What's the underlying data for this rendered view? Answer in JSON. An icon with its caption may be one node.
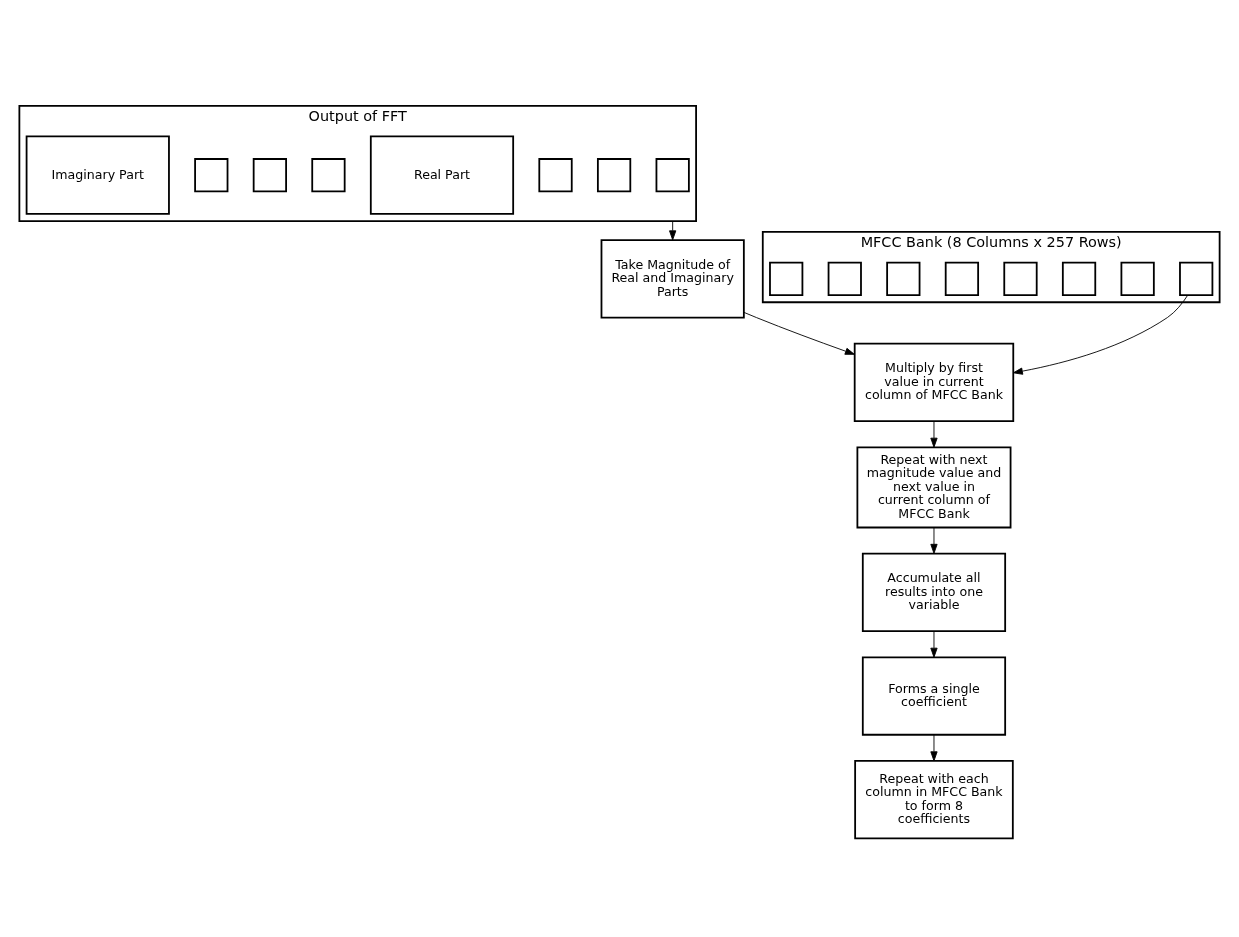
{
  "diagram": {
    "nodes": [
      {
        "text": [
          "Output of FFT"
        ]
      },
      {
        "text": [],
        "shape": "box",
        "in": 0
      },
      {
        "text": [],
        "shape": "box",
        "in": 0
      },
      {
        "text": [],
        "shape": "box",
        "in": 0
      },
      {
        "text": [
          "Real Part"
        ],
        "in": 0
      },
      {
        "text": [],
        "shape": "box",
        "in": 0
      },
      {
        "text": [],
        "shape": "box",
        "in": 0
      },
      {
        "text": [],
        "shape": "box",
        "in": 0
      },
      {
        "text": [
          "Imaginary Part"
        ],
        "in": 0
      },
      {
        "text": [
          "Take Magnitude of Real and Imaginary Parts"
        ]
      },
      {
        "text": [
          "Multiply by first value in current column of MFCC Bank"
        ]
      },
      {
        "text": [
          "MFCC Bank (8 Columns x 257 Rows)"
        ]
      },
      {
        "text": [],
        "shape": "box",
        "in": 11
      },
      {
        "text": [],
        "shape": "box",
        "in": 11
      },
      {
        "text": [],
        "shape": "box",
        "in": 11
      },
      {
        "text": [],
        "shape": "box",
        "in": 11
      },
      {
        "text": [],
        "shape": "box",
        "in": 11
      },
      {
        "text": [],
        "shape": "box",
        "in": 11
      },
      {
        "text": [],
        "shape": "box",
        "in": 11
      },
      {
        "text": [],
        "shape": "box",
        "in": 11
      },
      {
        "text": [
          "Repeat with next magnitude value and next value in current column of MFCC Bank"
        ]
      },
      {
        "text": [
          "Accumulate all results into one variable"
        ]
      },
      {
        "text": [
          "Forms a single coefficient"
        ]
      },
      {
        "text": [
          "Repeat with each column in MFCC Bank to form 8 coefficients"
        ]
      }
    ],
    "edges": [
      {
        "from": 0,
        "to": 9,
        "arrow": "to"
      },
      {
        "from": 9,
        "to": 10,
        "arrow": "to"
      },
      {
        "from": 12,
        "to": 10,
        "arrow": "to"
      },
      {
        "from": 10,
        "to": 20,
        "arrow": "to"
      },
      {
        "from": 20,
        "to": 21,
        "arrow": "to"
      },
      {
        "from": 21,
        "to": 22,
        "arrow": "to"
      },
      {
        "from": 22,
        "to": 23,
        "arrow": "to"
      }
    ]
  }
}
